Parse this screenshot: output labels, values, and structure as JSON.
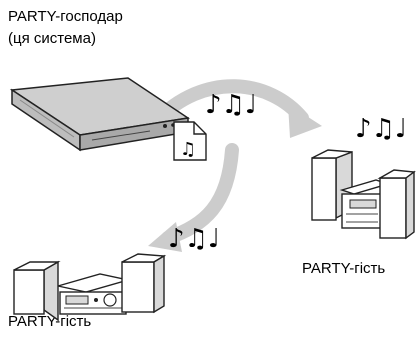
{
  "labels": {
    "host_title": "PARTY-господар",
    "host_subtitle": "(ця система)",
    "guest_right": "PARTY-гість",
    "guest_left": "PARTY-гість"
  },
  "glyphs": {
    "music_notes": "♪♫♩",
    "file_note": "♫"
  },
  "icons": {
    "host_device": "blu-ray-player-icon",
    "guest_right_device": "mini-hifi-system-icon",
    "guest_left_device": "mini-hifi-system-icon",
    "shared_file": "music-file-icon"
  },
  "colors": {
    "outline": "#222222",
    "device_fill": "#ffffff",
    "device_shade": "#d9d9d9",
    "player_top": "#cfcfcf",
    "player_front": "#a9a9a9",
    "arrow": "#cccccc"
  }
}
